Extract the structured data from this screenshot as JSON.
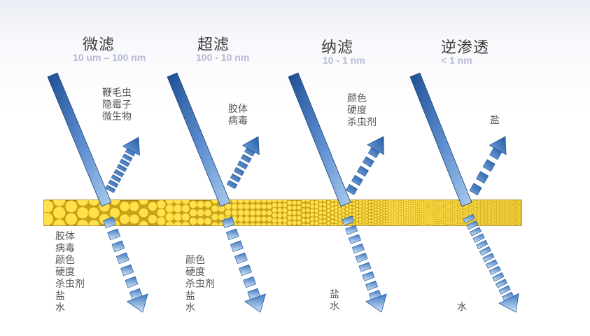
{
  "colors": {
    "membrane_fill": "#f2d21c",
    "membrane_edge": "#b28a12",
    "pore": "#ffe34d",
    "feed_dark": "#1d4f95",
    "feed_light": "#9bc1e8",
    "permeate_dark": "#4a82c5",
    "permeate_light": "#cfe2f6",
    "range_text": "#b7b9d8"
  },
  "processes": [
    {
      "name": "微滤",
      "range": "10 um – 100 nm",
      "rejected": "鞭毛虫\n隐霉子\n微生物",
      "permeate": "胶体\n病毒\n颜色\n硬度\n杀虫剂\n盐\n水"
    },
    {
      "name": "超滤",
      "range": "100 - 10 nm",
      "rejected": "胶体\n病毒",
      "permeate": "颜色\n硬度\n杀虫剂\n盐\n水"
    },
    {
      "name": "纳滤",
      "range": "10 - 1 nm",
      "rejected": "颜色\n硬度\n杀虫剂",
      "permeate": "盐\n水"
    },
    {
      "name": "逆渗透",
      "range": "< 1 nm",
      "rejected": "盐",
      "permeate": "水"
    }
  ]
}
